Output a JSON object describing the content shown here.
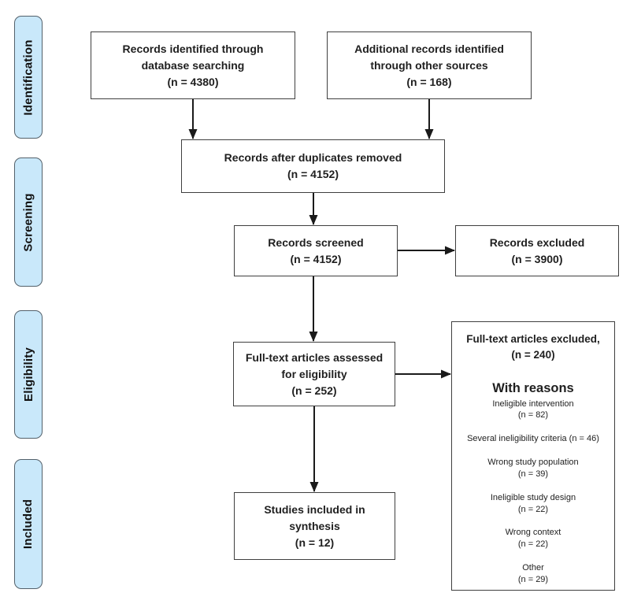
{
  "palette": {
    "stage_fill": "#c9e8fa",
    "stage_border": "#53616b",
    "box_border": "#3f3f3f",
    "arrow_color": "#1a1a1a"
  },
  "stages": [
    {
      "label": "Identification"
    },
    {
      "label": "Screening"
    },
    {
      "label": "Eligibility"
    },
    {
      "label": "Included"
    }
  ],
  "boxes": {
    "records_identified": {
      "text": "Records identified through\ndatabase searching\n(n = 4380)"
    },
    "additional_records": {
      "text": "Additional records identified\nthrough other sources\n(n = 168)"
    },
    "duplicates_removed": {
      "text": "Records after duplicates removed\n(n = 4152)"
    },
    "records_screened": {
      "text": "Records screened\n(n = 4152)"
    },
    "records_excluded": {
      "text": "Records excluded\n(n = 3900)"
    },
    "fulltext_assessed": {
      "text": "Full-text articles assessed\nfor eligibility\n(n = 252)"
    },
    "studies_included": {
      "text": "Studies included in\nsynthesis\n(n = 12)"
    },
    "fulltext_excluded": {
      "title": "Full-text articles excluded,\n(n = 240)",
      "subheading": "With reasons",
      "reasons": [
        "Ineligible intervention\n(n = 82)",
        "Several ineligibility criteria (n = 46)",
        "Wrong study population\n(n = 39)",
        "Ineligible study design\n(n = 22)",
        "Wrong context\n(n = 22)",
        "Other\n(n = 29)"
      ]
    }
  }
}
